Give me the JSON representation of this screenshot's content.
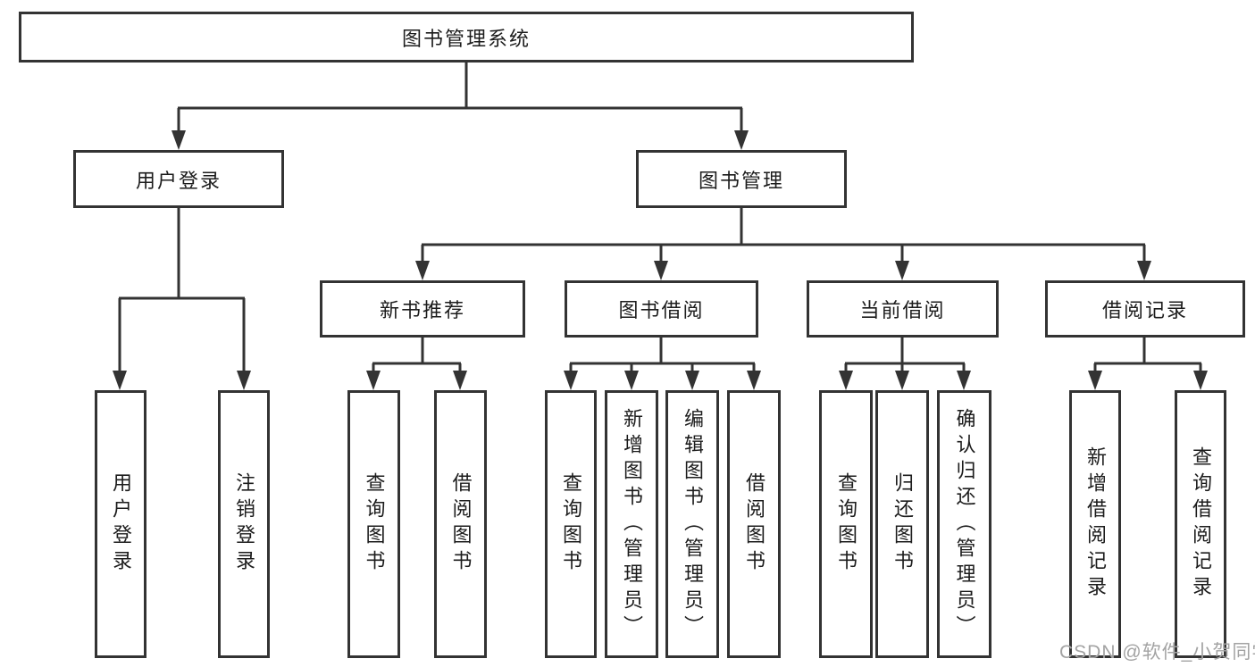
{
  "tree": {
    "root": {
      "label": "图书管理系统"
    },
    "branches": [
      {
        "label": "用户登录",
        "children": [
          {
            "label": "用户登录"
          },
          {
            "label": "注销登录"
          }
        ]
      },
      {
        "label": "图书管理",
        "children": [
          {
            "label": "新书推荐",
            "children": [
              {
                "label": "查询图书"
              },
              {
                "label": "借阅图书"
              }
            ]
          },
          {
            "label": "图书借阅",
            "children": [
              {
                "label": "查询图书"
              },
              {
                "label": "新增图书（管理员）"
              },
              {
                "label": "编辑图书（管理员）"
              },
              {
                "label": "借阅图书"
              }
            ]
          },
          {
            "label": "当前借阅",
            "children": [
              {
                "label": "查询图书"
              },
              {
                "label": "归还图书"
              },
              {
                "label": "确认归还（管理员）"
              }
            ]
          },
          {
            "label": "借阅记录",
            "children": [
              {
                "label": "新增借阅记录"
              },
              {
                "label": "查询借阅记录"
              }
            ]
          }
        ]
      }
    ]
  },
  "watermark": {
    "text": "CSDN @软件_小贺同学"
  },
  "colors": {
    "line": "#333333",
    "text": "#1c1c1c",
    "background": "#ffffff",
    "watermark": "#a3a3a3"
  }
}
